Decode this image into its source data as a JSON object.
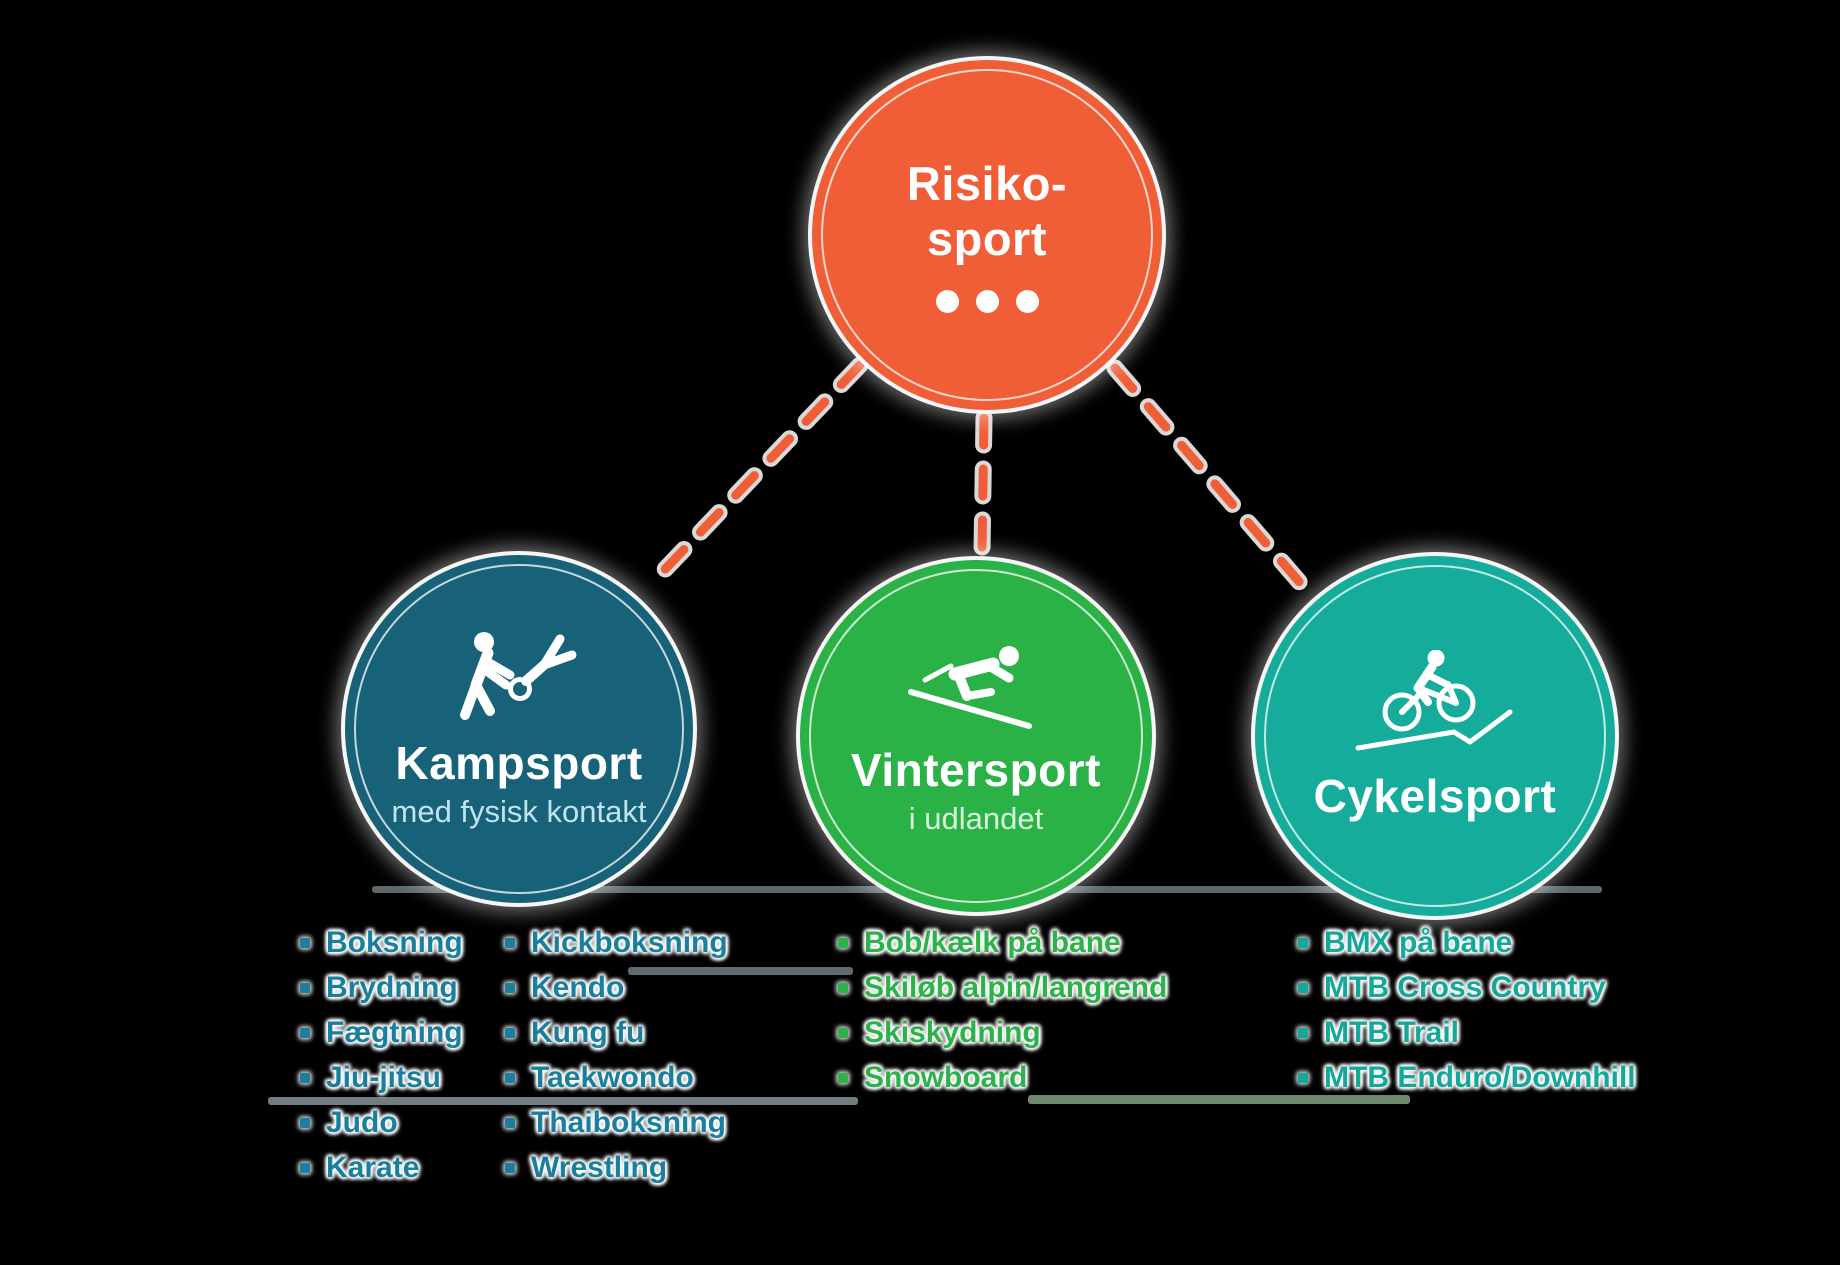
{
  "diagram": {
    "root": {
      "label_line1": "Risiko-",
      "label_line2": "sport",
      "icon": "ellipsis-icon",
      "color": "#EF5E36"
    },
    "connector_color": "#EF5E36",
    "branches": [
      {
        "id": "kampsport",
        "title": "Kampsport",
        "subtitle": "med fysisk kontakt",
        "icon": "wrestling-icon",
        "color": "#176279",
        "list_color": "#1A7F9E",
        "items_col1": [
          "Boksning",
          "Brydning",
          "Fægtning",
          "Jiu-jitsu",
          "Judo",
          "Karate"
        ],
        "items_col2": [
          "Kickboksning",
          "Kendo",
          "Kung fu",
          "Taekwondo",
          "Thaiboksning",
          "Wrestling"
        ]
      },
      {
        "id": "vintersport",
        "title": "Vintersport",
        "subtitle": "i udlandet",
        "icon": "skier-icon",
        "color": "#2AB246",
        "list_color": "#2CB24A",
        "items": [
          "Bob/kælk på bane",
          "Skiløb alpin/langrend",
          "Skiskydning",
          "Snowboard"
        ]
      },
      {
        "id": "cykelsport",
        "title": "Cykelsport",
        "subtitle": "",
        "icon": "mountain-bike-icon",
        "color": "#16AC9C",
        "list_color": "#14A89A",
        "items": [
          "BMX på bane",
          "MTB Cross Country",
          "MTB Trail",
          "MTB Enduro/Downhill"
        ]
      }
    ]
  }
}
